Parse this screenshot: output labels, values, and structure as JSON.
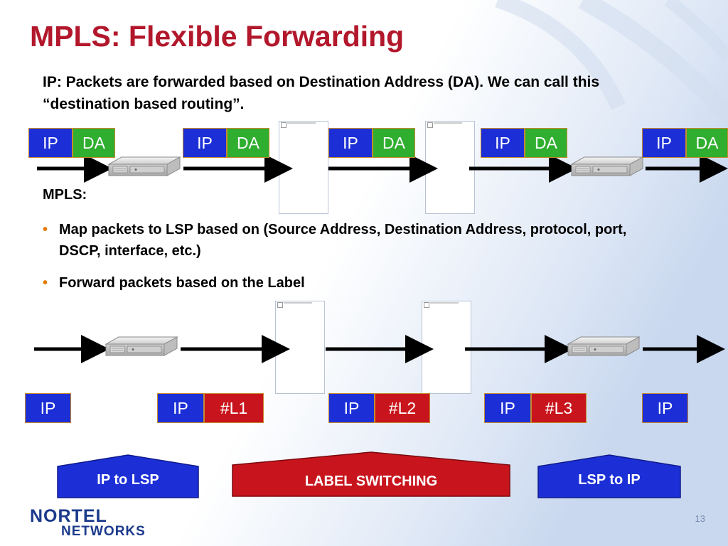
{
  "slide": {
    "title": "MPLS: Flexible Forwarding",
    "intro": "IP: Packets are forwarded based on Destination Address (DA).  We can call this “destination based routing”.",
    "mpls_heading": "MPLS:",
    "bullets": [
      "Map packets to LSP based on (Source Address, Destination Address, protocol, port, DSCP, interface, etc.)",
      "Forward packets based on the Label"
    ],
    "bullet_glyph": "•",
    "page_number": "13"
  },
  "ip_row": {
    "packets": [
      {
        "ip": "IP",
        "da": "DA"
      },
      {
        "ip": "IP",
        "da": "DA"
      },
      {
        "ip": "IP",
        "da": "DA"
      },
      {
        "ip": "IP",
        "da": "DA"
      },
      {
        "ip": "IP",
        "da": "DA"
      }
    ]
  },
  "mpls_row": {
    "packets": [
      {
        "ip": "IP",
        "label": ""
      },
      {
        "ip": "IP",
        "label": "#L1"
      },
      {
        "ip": "IP",
        "label": "#L2"
      },
      {
        "ip": "IP",
        "label": "#L3"
      },
      {
        "ip": "IP",
        "label": ""
      }
    ]
  },
  "stages": {
    "ingress": "IP to LSP",
    "core": "LABEL SWITCHING",
    "egress": "LSP to IP"
  },
  "logo": {
    "line1": "NORTEL",
    "line2": "NETWORKS"
  },
  "colors": {
    "title": "#b2172b",
    "ip_cell": "#1c2fd6",
    "da_cell": "#2fae2f",
    "label_cell": "#c8141c",
    "stage_blue": "#1c2fd6",
    "stage_red": "#c8141c",
    "bullet": "#e07b00"
  },
  "icons": {
    "router": "router-icon",
    "arrow": "arrow-right-icon",
    "placeholder": "broken-image-icon"
  }
}
